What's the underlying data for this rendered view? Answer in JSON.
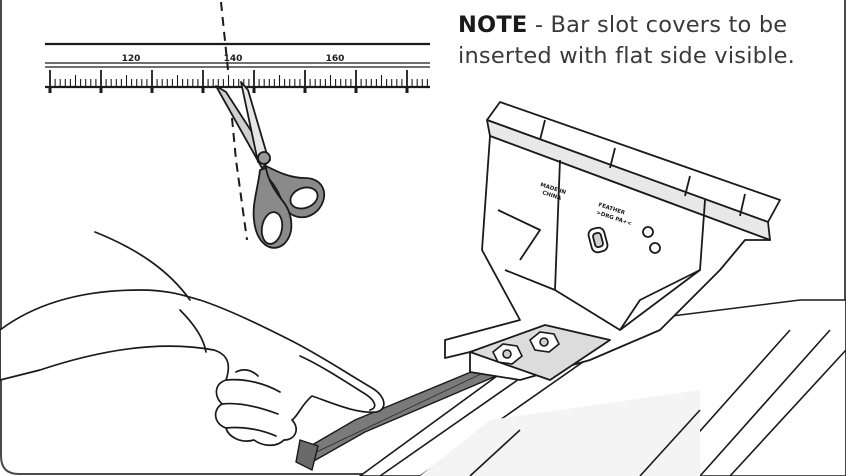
{
  "note": {
    "label": "NOTE",
    "separator": " - ",
    "line1": "Bar slot covers to be",
    "line2": "inserted with flat side visible."
  },
  "ruler": {
    "labels": [
      "120",
      "140",
      "160"
    ]
  },
  "bracket": {
    "label_left_1": "MADE IN",
    "label_left_2": "CHINA",
    "label_right_1": "FEATHER",
    "label_right_2": ">DRG PA+<"
  },
  "colors": {
    "line": "#1a1a1a",
    "frame": "#4a4a4a",
    "slot_cover": "#7a7a7a",
    "text": "#3a3a3a"
  },
  "icons": [
    "scissors-icon",
    "hand-icon",
    "ruler-icon",
    "bracket-icon",
    "bolt-icon"
  ]
}
